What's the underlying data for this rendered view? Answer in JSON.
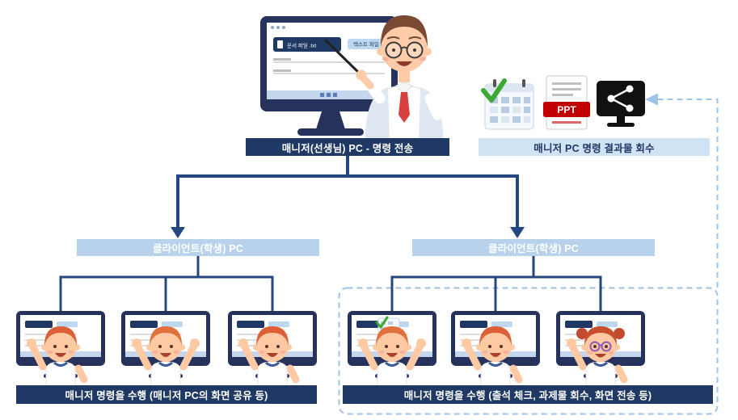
{
  "colors": {
    "navy": "#1F3864",
    "arrow_blue": "#24477F",
    "light_blue_bar": "#CFE3F5",
    "client_bar_blue": "#B8D2EC",
    "dashed_blue": "#9DC3E6",
    "ppt_red": "#C00000",
    "check_green": "#3BAA35"
  },
  "manager": {
    "label": "매니저(선생님) PC -  명령 전송",
    "screen_file_item": "문서 파일 .txt",
    "screen_text_button": "텍스트 파일"
  },
  "results": {
    "label": "매니저 PC 명령 결과물 회수",
    "ppt_badge": "PPT",
    "icons": [
      "calendar-check-icon",
      "ppt-file-icon",
      "screen-share-icon"
    ]
  },
  "clients": {
    "left_label": "클라이언트(학생) PC",
    "right_label": "클라이언트(학생) PC"
  },
  "tasks": {
    "left_label": "매니저 명령을 수행 (매니저 PC의 화면 공유 등)",
    "right_label": "매니저 명령을 수행 (출석 체크, 과제물 회수, 화면 전송 등)"
  }
}
